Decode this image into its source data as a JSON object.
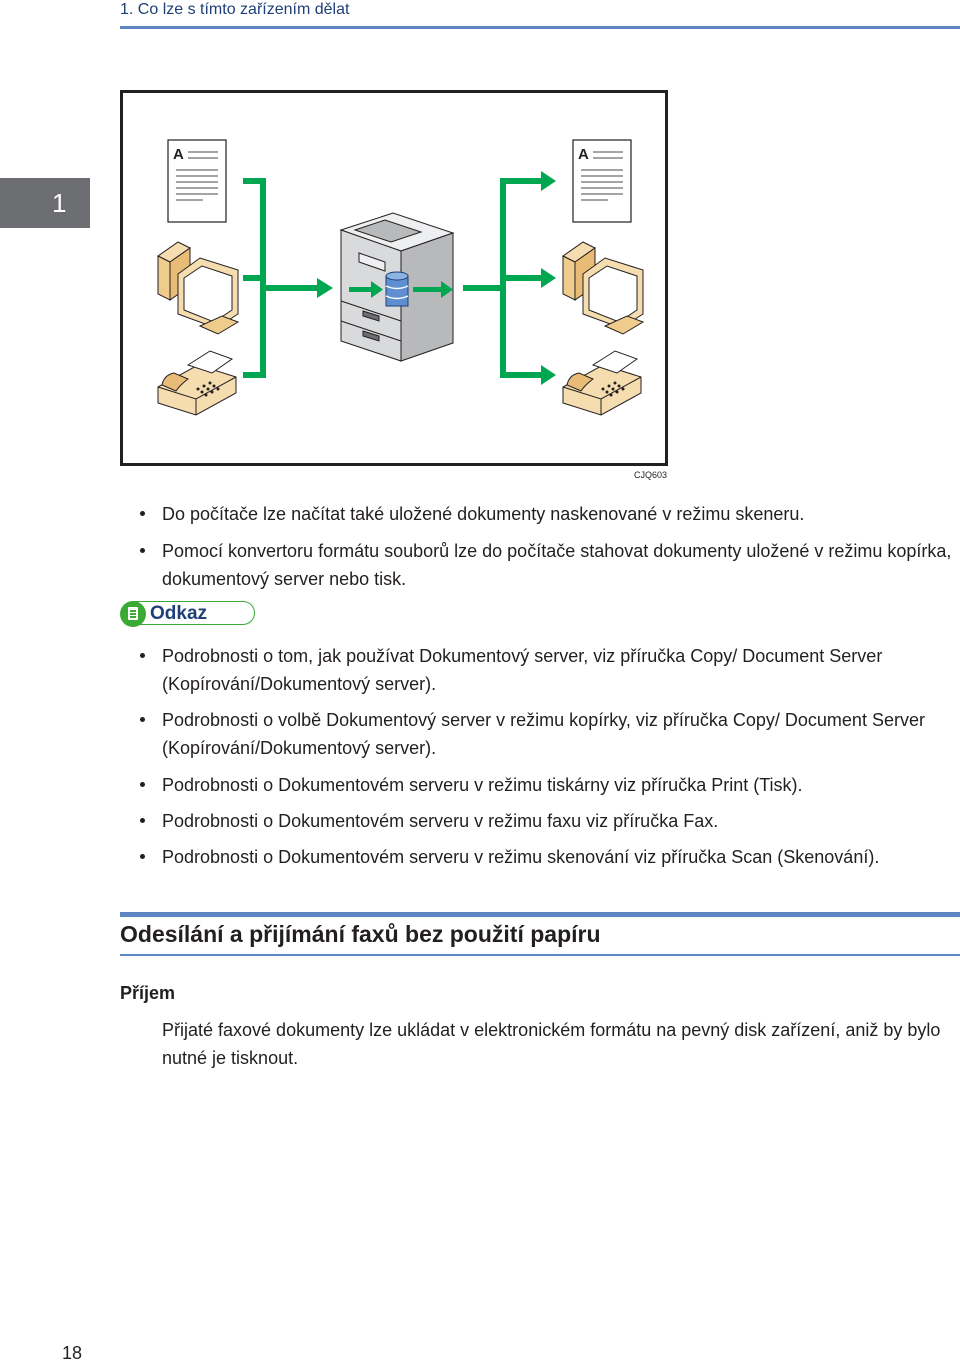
{
  "header": {
    "running_head": "1. Co lze s tímto zařízením dělat",
    "chapter_number": "1"
  },
  "figure": {
    "code": "CJQ603",
    "doc_letter": "A",
    "icons": [
      "document-icon",
      "computer-icon",
      "fax-icon",
      "multifunction-printer-icon",
      "hard-disk-icon",
      "arrow-icon"
    ],
    "colors": {
      "arrow": "#00a650",
      "printer_body": "#d8dadb",
      "disk": "#5f8fd0"
    }
  },
  "bullets_top": [
    "Do počítače lze načítat také uložené dokumenty naskenované v režimu skeneru.",
    "Pomocí konvertoru formátu souborů lze do počítače stahovat dokumenty uložené v režimu kopírka,",
    "dokumentový server nebo tisk."
  ],
  "reference": {
    "label": "Odkaz",
    "items": [
      "Podrobnosti o tom, jak používat Dokumentový server, viz příručka Copy/ Document Server",
      "(Kopírování/Dokumentový server).",
      "Podrobnosti o volbě Dokumentový server v režimu kopírky, viz příručka Copy/ Document Server",
      "(Kopírování/Dokumentový server).",
      "Podrobnosti o Dokumentovém serveru v režimu tiskárny viz příručka Print (Tisk).",
      "Podrobnosti o Dokumentovém serveru v režimu faxu viz příručka Fax.",
      "Podrobnosti o Dokumentovém serveru v režimu skenování viz příručka Scan (Skenování)."
    ]
  },
  "section": {
    "title": "Odesílání a přijímání faxů bez použití papíru",
    "subheading": "Příjem",
    "paragraph_line1": "Přijaté faxové dokumenty lze ukládat v elektronickém formátu na pevný disk zařízení, aniž by bylo",
    "paragraph_line2": "nutné je tisknout."
  },
  "footer": {
    "page_number": "18"
  },
  "colors": {
    "accent_blue": "#5e86c3",
    "heading_blue": "#1f3f78",
    "reference_green": "#3aaa35",
    "tab_gray": "#6d6e71"
  }
}
